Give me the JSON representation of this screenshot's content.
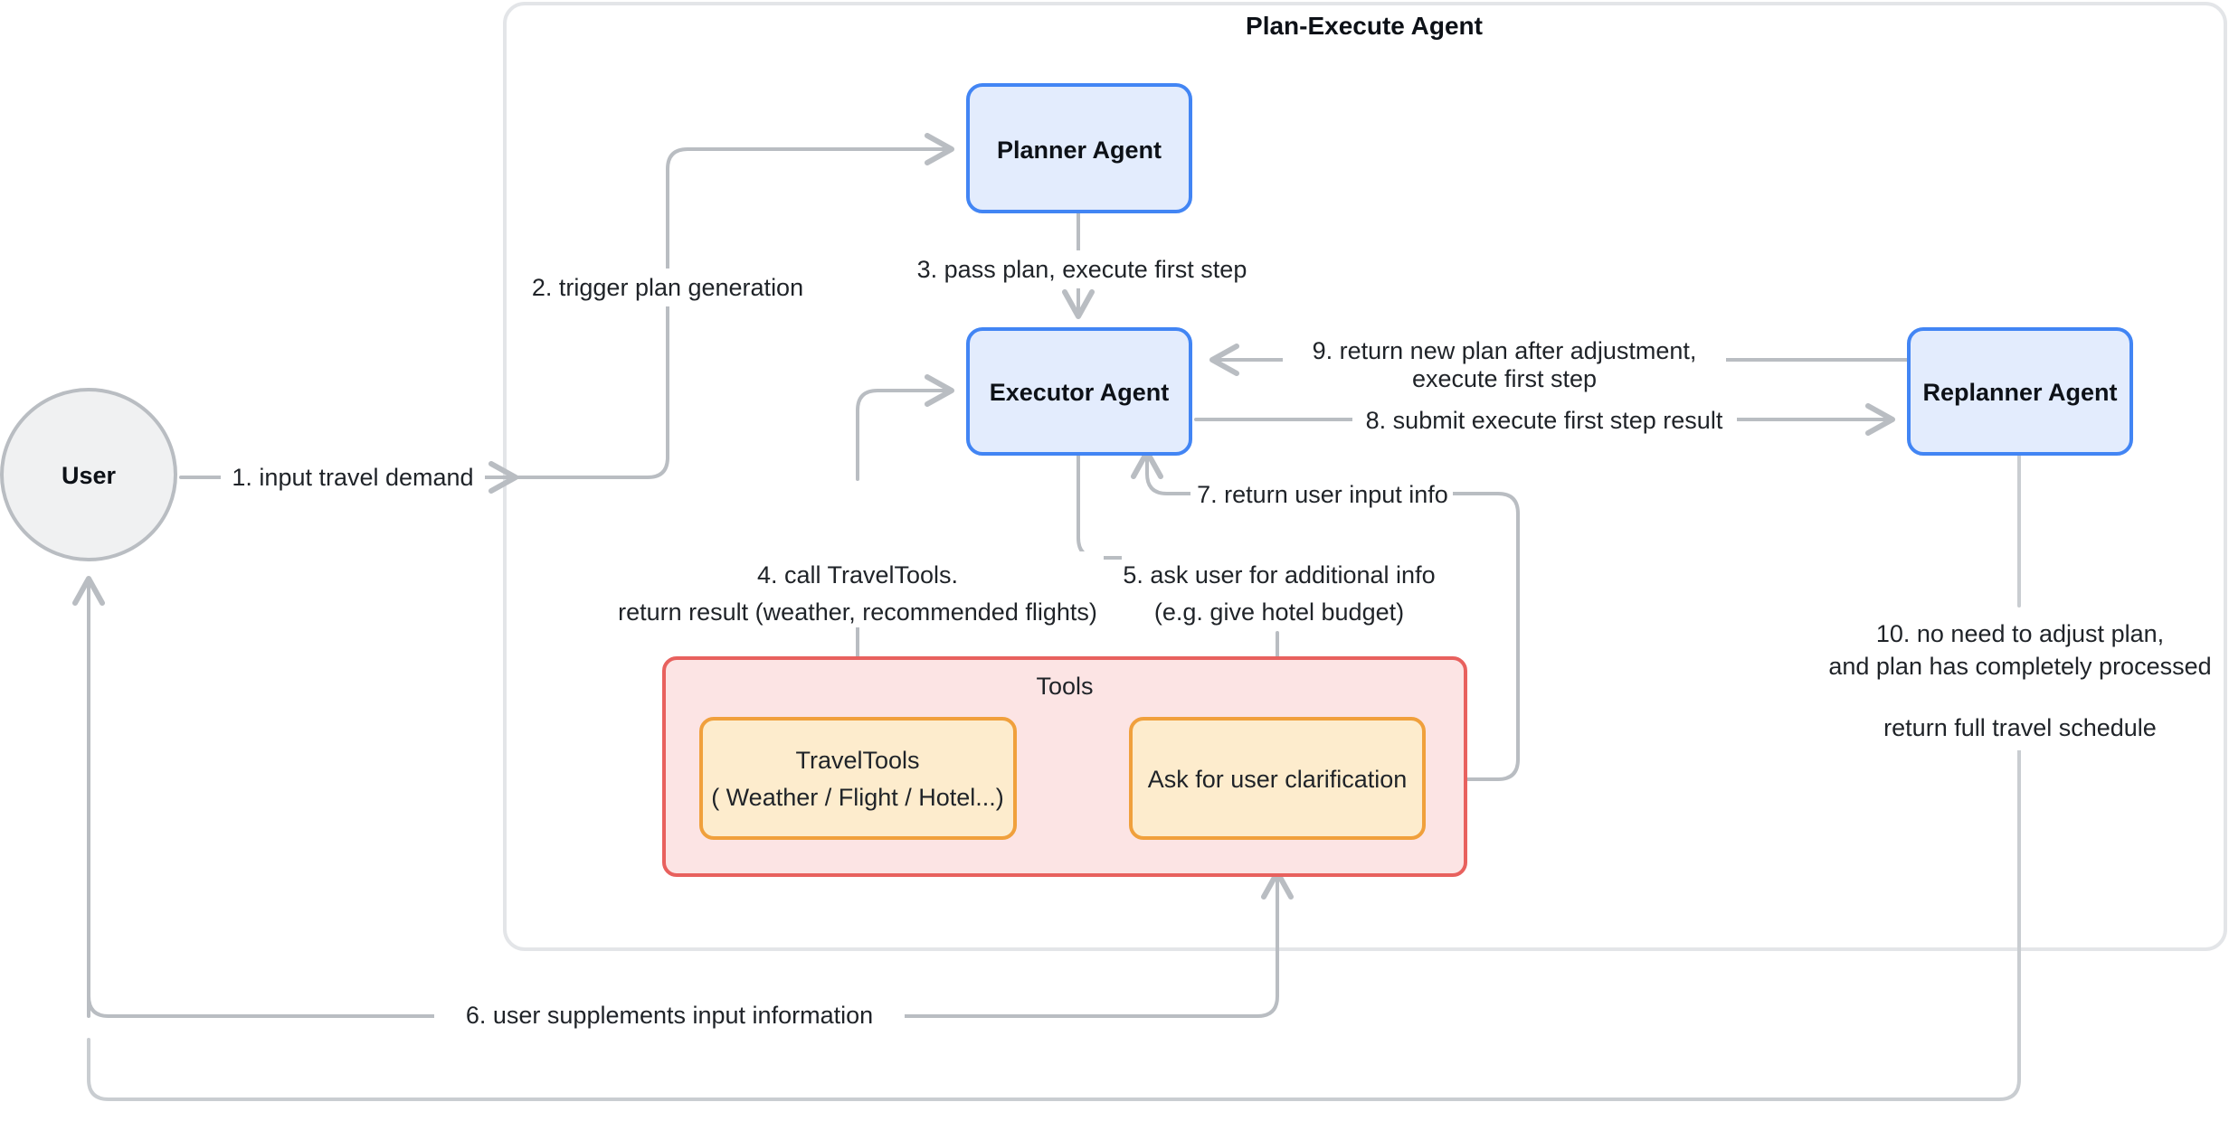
{
  "diagram": {
    "title": "Plan-Execute Agent",
    "type": "flow-diagram",
    "colors": {
      "agent_fill": "#e3ecfd",
      "agent_stroke": "#4285f4",
      "tools_fill": "#fce4e4",
      "tools_stroke": "#e8615e",
      "tool_item_fill": "#fdeccd",
      "tool_item_stroke": "#f0a03c",
      "user_fill": "#f0f1f2",
      "user_stroke": "#b9bdc2",
      "edge": "#b9bdc2",
      "group_stroke": "#e3e5e8",
      "text": "#1f2328",
      "background": "#ffffff"
    },
    "nodes": {
      "user": "User",
      "planner": "Planner Agent",
      "executor": "Executor Agent",
      "replanner": "Replanner Agent",
      "tools_group": "Tools",
      "travel_tools_line1": "TravelTools",
      "travel_tools_line2": "( Weather / Flight / Hotel...)",
      "ask_clarification": "Ask for user clarification"
    },
    "edges": [
      {
        "id": 1,
        "label": "1. input travel demand",
        "from": "user",
        "to": "plan-execute-agent"
      },
      {
        "id": 2,
        "label": "2. trigger plan generation",
        "from": "user",
        "to": "planner"
      },
      {
        "id": 3,
        "label": "3. pass plan, execute first step",
        "from": "planner",
        "to": "executor"
      },
      {
        "id": 4,
        "label_line1": "4. call TravelTools.",
        "label_line2": "return result (weather, recommended flights)",
        "from": "executor",
        "to": "travel-tools"
      },
      {
        "id": 5,
        "label_line1": "5. ask user for additional info",
        "label_line2": "(e.g. give hotel budget)",
        "from": "executor",
        "to": "ask-clarification"
      },
      {
        "id": 6,
        "label": "6. user supplements input information",
        "from": "user",
        "to": "ask-clarification"
      },
      {
        "id": 7,
        "label": "7. return user input info",
        "from": "ask-clarification",
        "to": "executor"
      },
      {
        "id": 8,
        "label": "8. submit execute first step result",
        "from": "executor",
        "to": "replanner"
      },
      {
        "id": 9,
        "label_line1": "9. return new plan after adjustment,",
        "label_line2": "execute first step",
        "from": "replanner",
        "to": "executor"
      },
      {
        "id": 10,
        "label_line1": "10. no need to adjust plan,",
        "label_line2": "and plan has completely processed",
        "label_line3": "return full travel schedule",
        "from": "replanner",
        "to": "user"
      }
    ]
  }
}
